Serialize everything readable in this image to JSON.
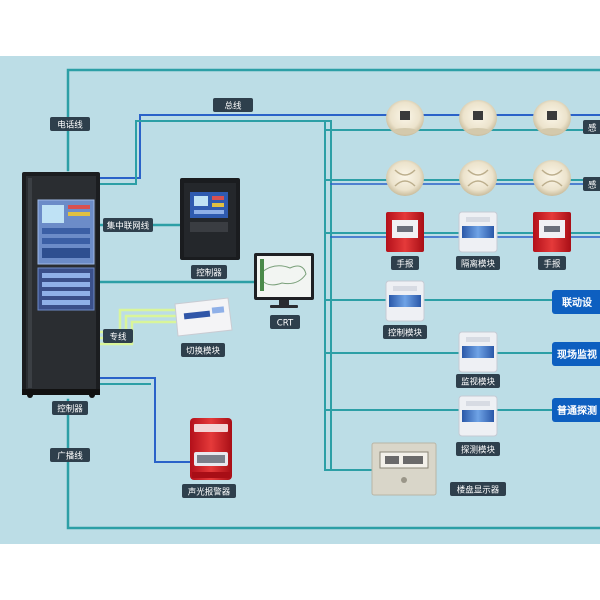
{
  "colors": {
    "background": "#bcdde6",
    "line_teal": "#2c9fa6",
    "line_blue": "#2a62c9",
    "line_green": "#d9f59a",
    "tag_bg": "#2e3f4c",
    "button_bg": "#0d5fc0"
  },
  "lines": {
    "phone": "电话线",
    "bus": "总线",
    "network": "集中联网线",
    "dedicated": "专线",
    "broadcast": "广播线"
  },
  "devices": {
    "cabinet": "控制器",
    "panel": "控制器",
    "crt": "CRT",
    "switch_module": "切换模块",
    "sound_light_alarm": "声光报警器",
    "floor_display": "楼盘显示器",
    "manual_alarm_1": "手报",
    "isolation_module": "隔离模块",
    "manual_alarm_2": "手报",
    "control_module": "控制模块",
    "monitor_module": "监视模块",
    "probe_module": "探测模块",
    "smoke_detector_row": "感",
    "heat_detector_row": "感"
  },
  "buttons": {
    "linkage": "联动设",
    "site_monitor": "现场监视",
    "normal_probe": "普通探测"
  }
}
